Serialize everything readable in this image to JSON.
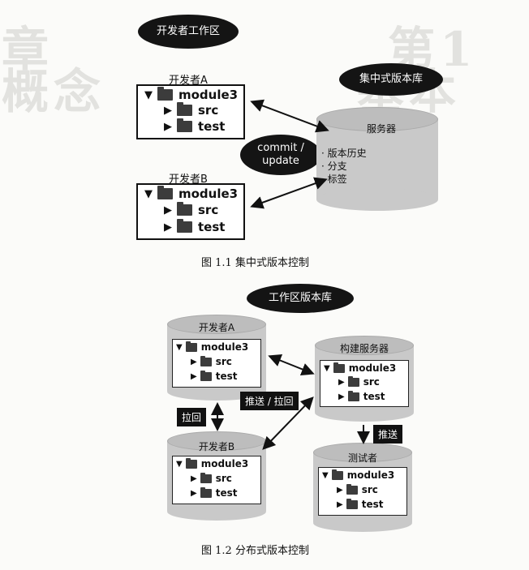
{
  "figure1": {
    "workspace_label": "开发者工作区",
    "central_repo_label": "集中式版本库",
    "dev_a": "开发者A",
    "dev_b": "开发者B",
    "tree": {
      "root": "module3",
      "src": "src",
      "test": "test"
    },
    "commit_label": "commit /\nupdate",
    "server_title": "服务器",
    "server_items": [
      "· 版本历史",
      "· 分支",
      "· 标签"
    ],
    "caption": "图 1.1   集中式版本控制"
  },
  "figure2": {
    "workspace_repo_label": "工作区版本库",
    "dev_a": "开发者A",
    "dev_b": "开发者B",
    "build_server": "构建服务器",
    "tester": "测试者",
    "tree": {
      "root": "module3",
      "src": "src",
      "test": "test"
    },
    "push_pull": "推送 / 拉回",
    "pull_back": "拉回",
    "push": "推送",
    "caption": "图 1.2   分布式版本控制"
  }
}
